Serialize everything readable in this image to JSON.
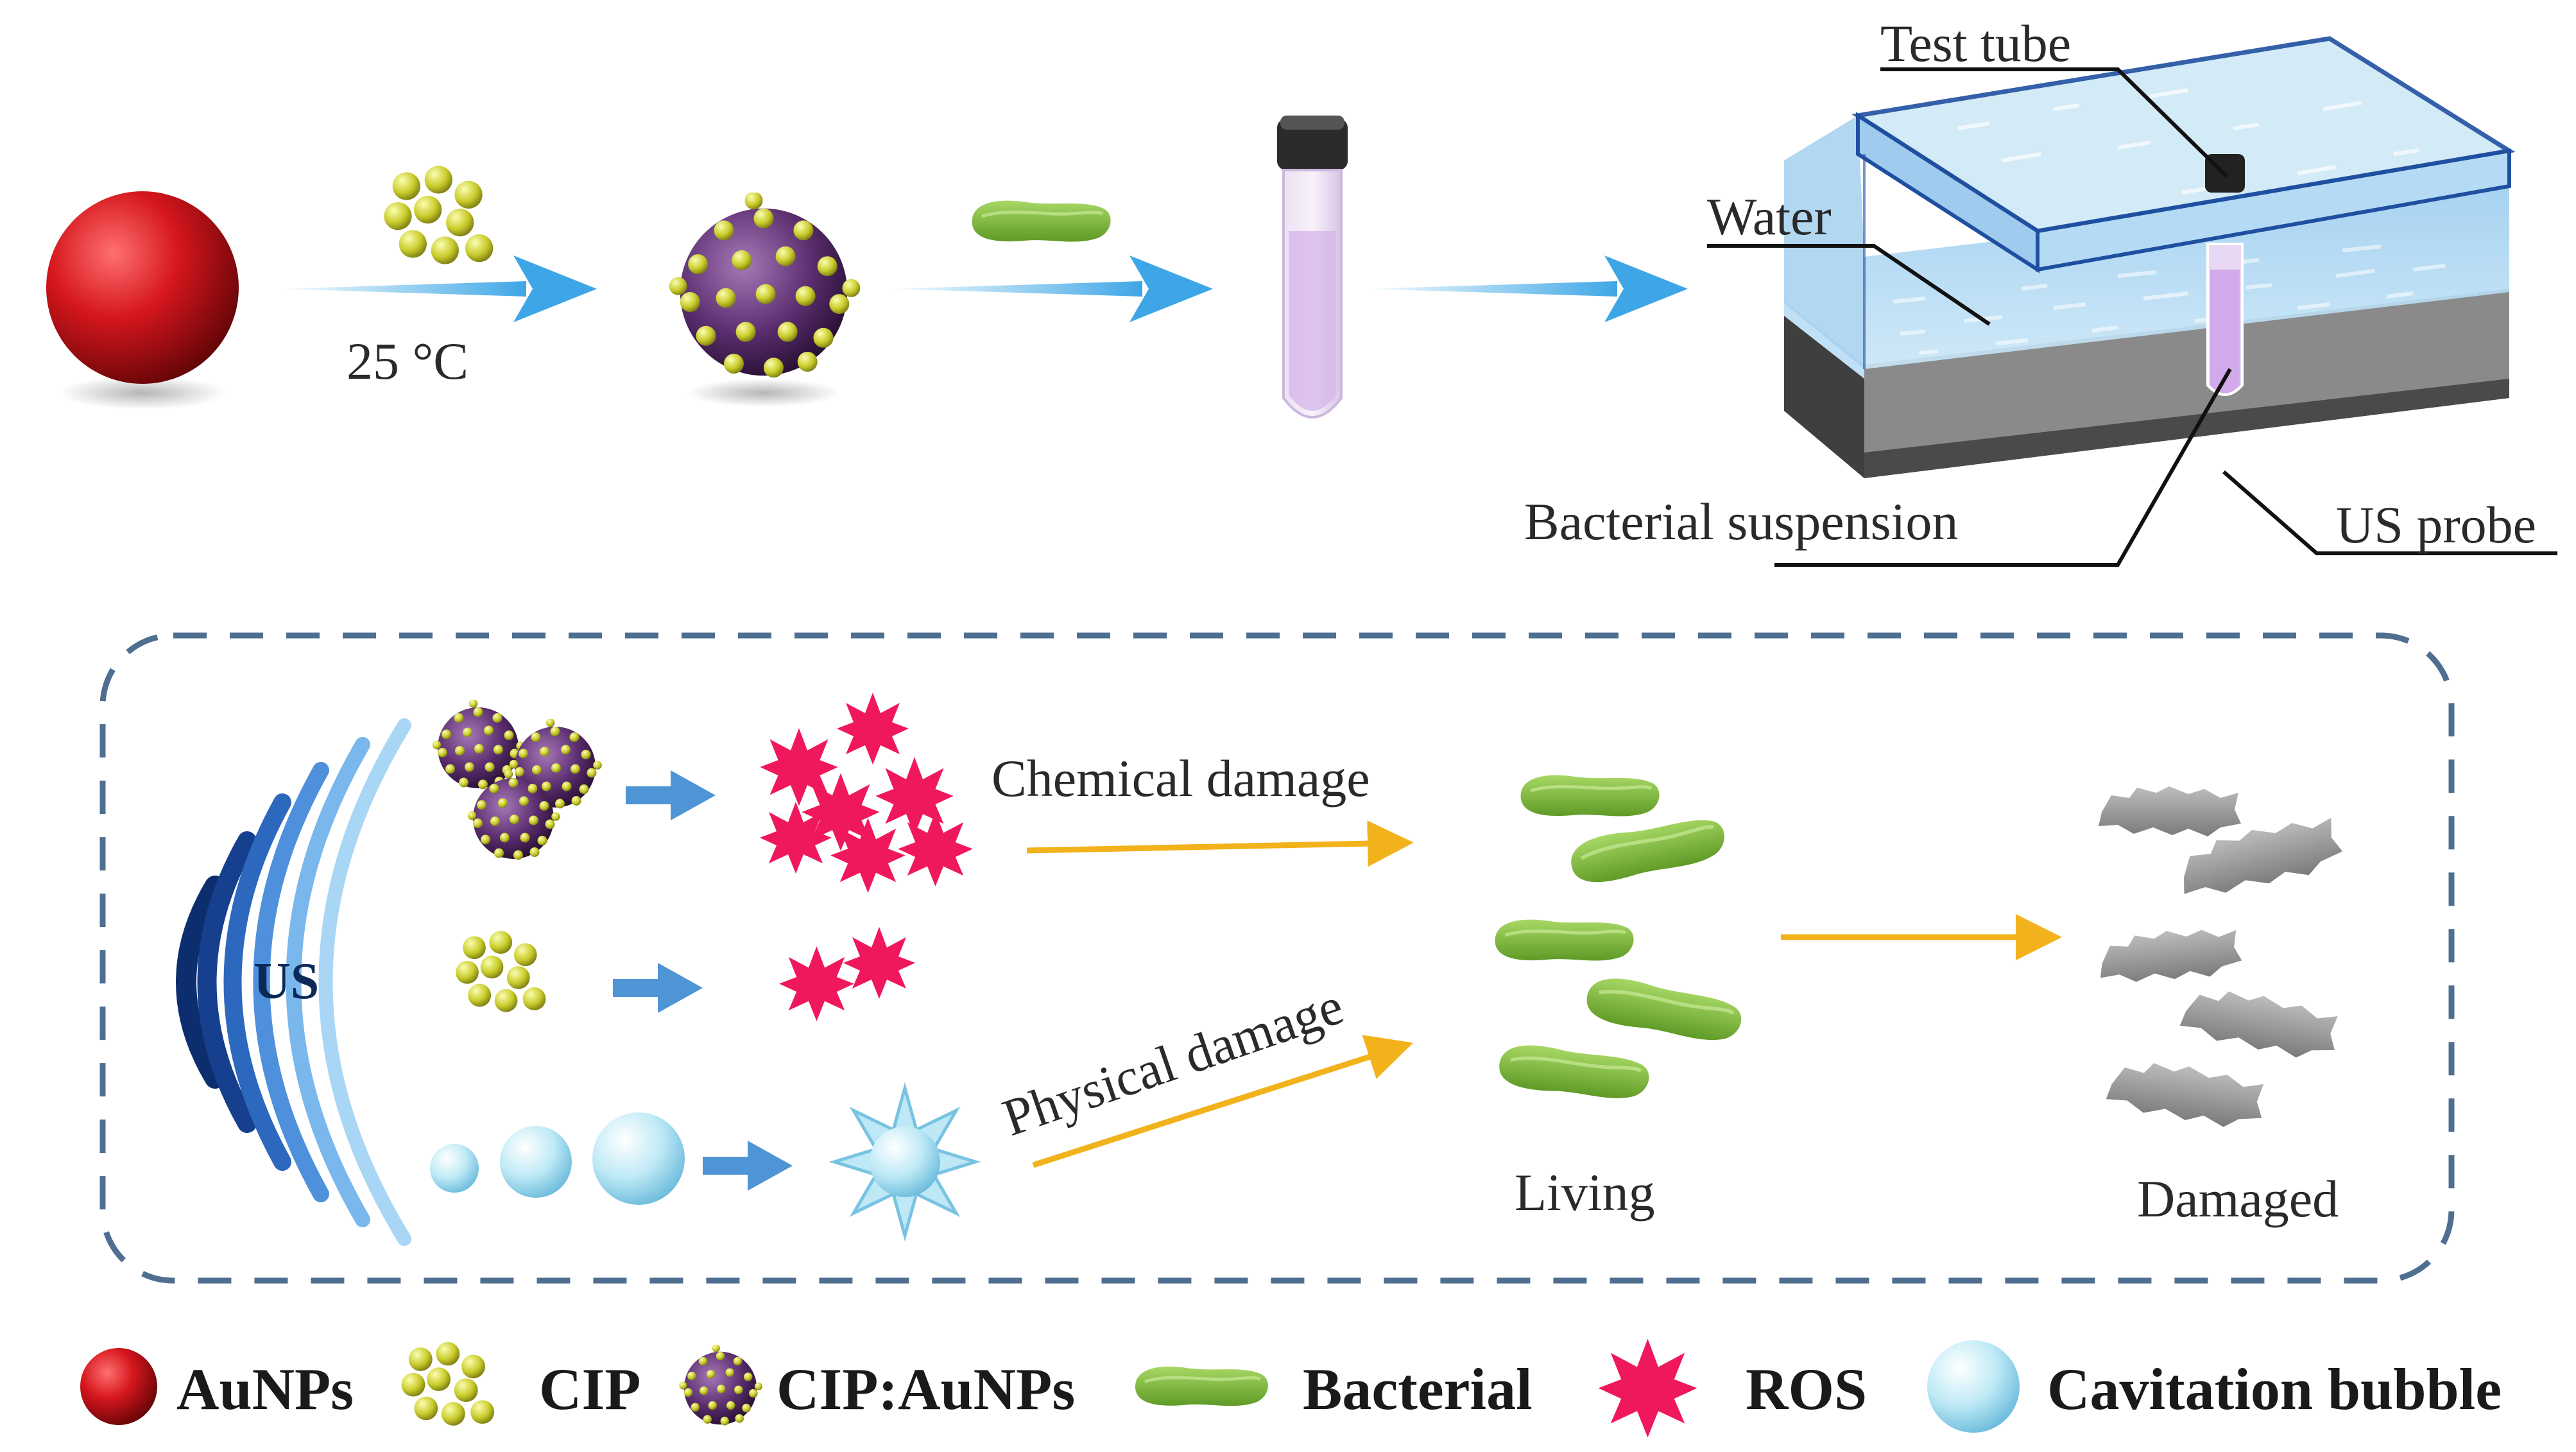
{
  "colors": {
    "aunp": "#c8141b",
    "cip": "#c9cc2b",
    "cip_aunp_core": "#5a2d6e",
    "bacteria_living": "#7dbb3a",
    "bacteria_damaged": "#8e8e8e",
    "ros": "#f0185c",
    "bubble": "#9fdcef",
    "flow_arrow": "#4aaee8",
    "damage_arrow": "#f2b21b",
    "panel_border": "#4f6f90",
    "tank_water": "#a9d4f0",
    "tank_base": "#555555"
  },
  "synthesis": {
    "temperature_label": "25 °C"
  },
  "setup": {
    "test_tube_label": "Test tube",
    "water_label": "Water",
    "suspension_label": "Bacterial suspension",
    "probe_label": "US probe"
  },
  "mechanism": {
    "us_label": "US",
    "chemical_label": "Chemical damage",
    "physical_label": "Physical damage",
    "living_label": "Living",
    "damaged_label": "Damaged"
  },
  "legend": [
    {
      "icon": "aunp-icon",
      "label": "AuNPs"
    },
    {
      "icon": "cip-icon",
      "label": "CIP"
    },
    {
      "icon": "cip-aunp-icon",
      "label": "CIP:AuNPs"
    },
    {
      "icon": "bacteria-icon",
      "label": "Bacterial"
    },
    {
      "icon": "ros-icon",
      "label": "ROS"
    },
    {
      "icon": "cavitation-bubble-icon",
      "label": "Cavitation bubble"
    }
  ]
}
